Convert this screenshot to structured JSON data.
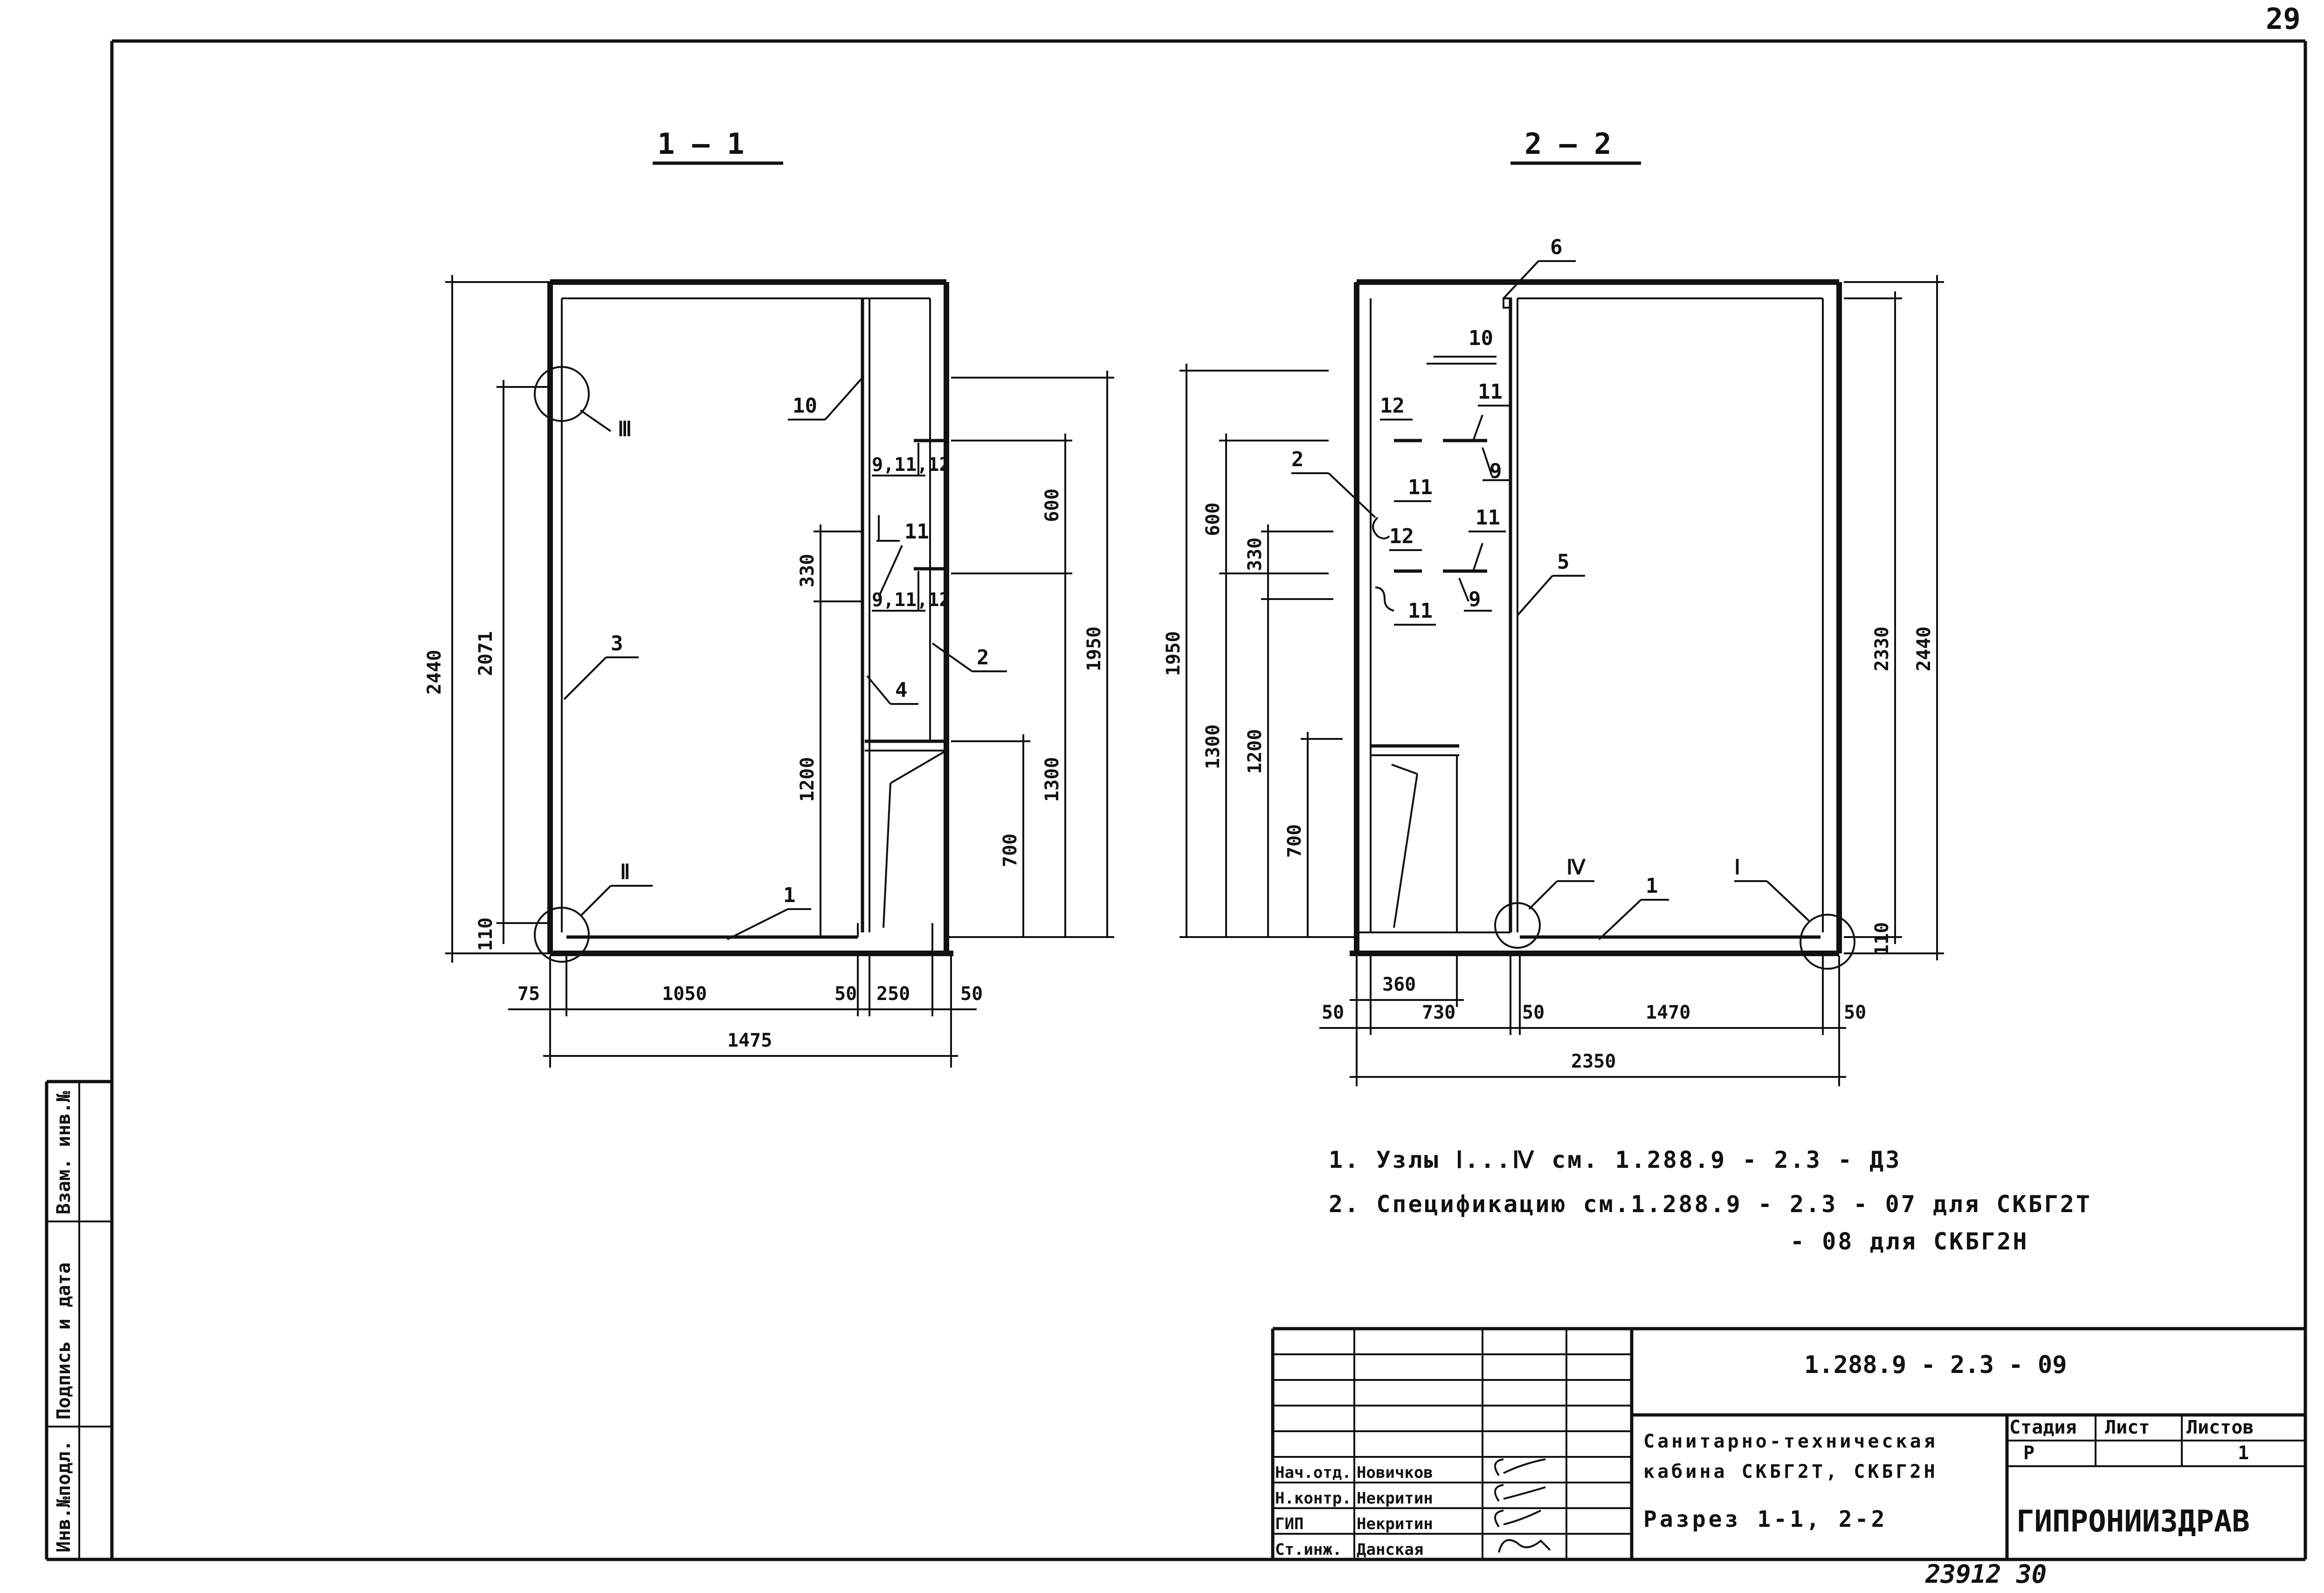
{
  "page_number": "29",
  "sections": {
    "s1_title": "1 — 1",
    "s2_title": "2 — 2"
  },
  "section1": {
    "dims": {
      "h2440": "2440",
      "h2071": "2071",
      "h110": "110",
      "d330": "330",
      "d1200": "1200",
      "d600": "600",
      "d1950": "1950",
      "d1300": "1300",
      "d700": "700",
      "b75": "75",
      "b1050": "1050",
      "b50a": "50",
      "b250": "250",
      "b50b": "50",
      "b1475": "1475"
    },
    "labels": {
      "node3": "Ⅲ",
      "node2": "Ⅱ",
      "p3": "3",
      "p4": "4",
      "p10": "10",
      "p9a": "9,11,12",
      "p11": "11",
      "p9b": "9,11,12",
      "p2": "2",
      "p1": "1"
    }
  },
  "section2": {
    "dims": {
      "d1950": "1950",
      "d600": "600",
      "d330": "330",
      "d1300": "1300",
      "d1200": "1200",
      "d700": "700",
      "h2330": "2330",
      "h2440": "2440",
      "h110": "110",
      "b360": "360",
      "b50a": "50",
      "b730": "730",
      "b50b": "50",
      "b1470": "1470",
      "b50c": "50",
      "b2350": "2350"
    },
    "labels": {
      "p6": "6",
      "p10": "10",
      "p12a": "12",
      "p11a": "11",
      "p9a": "9",
      "p2": "2",
      "p11b": "11",
      "p12b": "12",
      "p11c": "11",
      "p9b": "9",
      "p11d": "11",
      "p5": "5",
      "node4": "Ⅳ",
      "node1": "Ⅰ",
      "p1": "1"
    }
  },
  "notes": {
    "n1": "1. Узлы Ⅰ...Ⅳ см. 1.288.9 - 2.3 - Д3",
    "n2": "2. Спецификацию см.1.288.9 - 2.3 - 07 для СКБГ2Т",
    "n3": "- 08 для СКБГ2Н"
  },
  "side_stamp": {
    "inv_podl": "Инв.№подл.",
    "podpis": "Подпись и дата",
    "vzam": "Взам. инв.№"
  },
  "title_block": {
    "doc_code": "1.288.9 - 2.3 - 09",
    "name_line1": "Санитарно-техническая",
    "name_line2": "кабина СКБГ2Т, СКБГ2Н",
    "name_line3": "Разрез 1-1, 2-2",
    "stage_header": "Стадия",
    "sheet_header": "Лист",
    "sheets_header": "Листов",
    "stage": "Р",
    "sheets": "1",
    "org": "ГИПРОНИИЗДРАВ",
    "people": [
      {
        "role": "Нач.отд.",
        "name": "Новичков"
      },
      {
        "role": "Н.контр.",
        "name": "Некритин"
      },
      {
        "role": "ГИП",
        "name": "Некритин"
      },
      {
        "role": "Ст.инж.",
        "name": "Данская"
      }
    ]
  },
  "archive_code": "23912   30"
}
